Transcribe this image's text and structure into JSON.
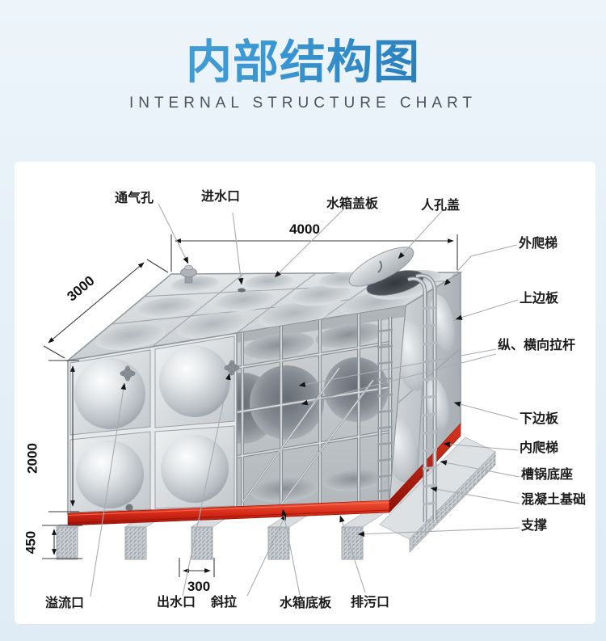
{
  "title": {
    "zh": "内部结构图",
    "en": "INTERNAL STRUCTURE CHART"
  },
  "diagram": {
    "labels": {
      "vent": "通气孔",
      "inlet": "进水口",
      "cover_plate": "水箱盖板",
      "manhole": "人孔盖",
      "external_ladder": "外爬梯",
      "top_side_plate": "上边板",
      "tie_rods": "纵、横向拉杆",
      "bottom_side_plate": "下边板",
      "internal_ladder": "内爬梯",
      "channel_base": "槽锅底座",
      "concrete_foundation": "混凝土基础",
      "support": "支撑",
      "overflow": "溢流口",
      "outlet": "出水口",
      "diagonal_brace": "斜拉",
      "tank_bottom_plate": "水箱底板",
      "drain": "排污口"
    },
    "dimensions": {
      "width_mm": "4000",
      "depth_mm": "3000",
      "height_mm": "2000",
      "base_height_mm": "450",
      "beam_gap_mm": "300"
    },
    "colors": {
      "title_blue_light": "#55abdf",
      "title_blue_dark": "#15629f",
      "base_red": "#d62b18",
      "background_blue": "#e6f0f8",
      "panel_white": "#ffffff",
      "metal_gray": "#c7ccd0"
    }
  }
}
